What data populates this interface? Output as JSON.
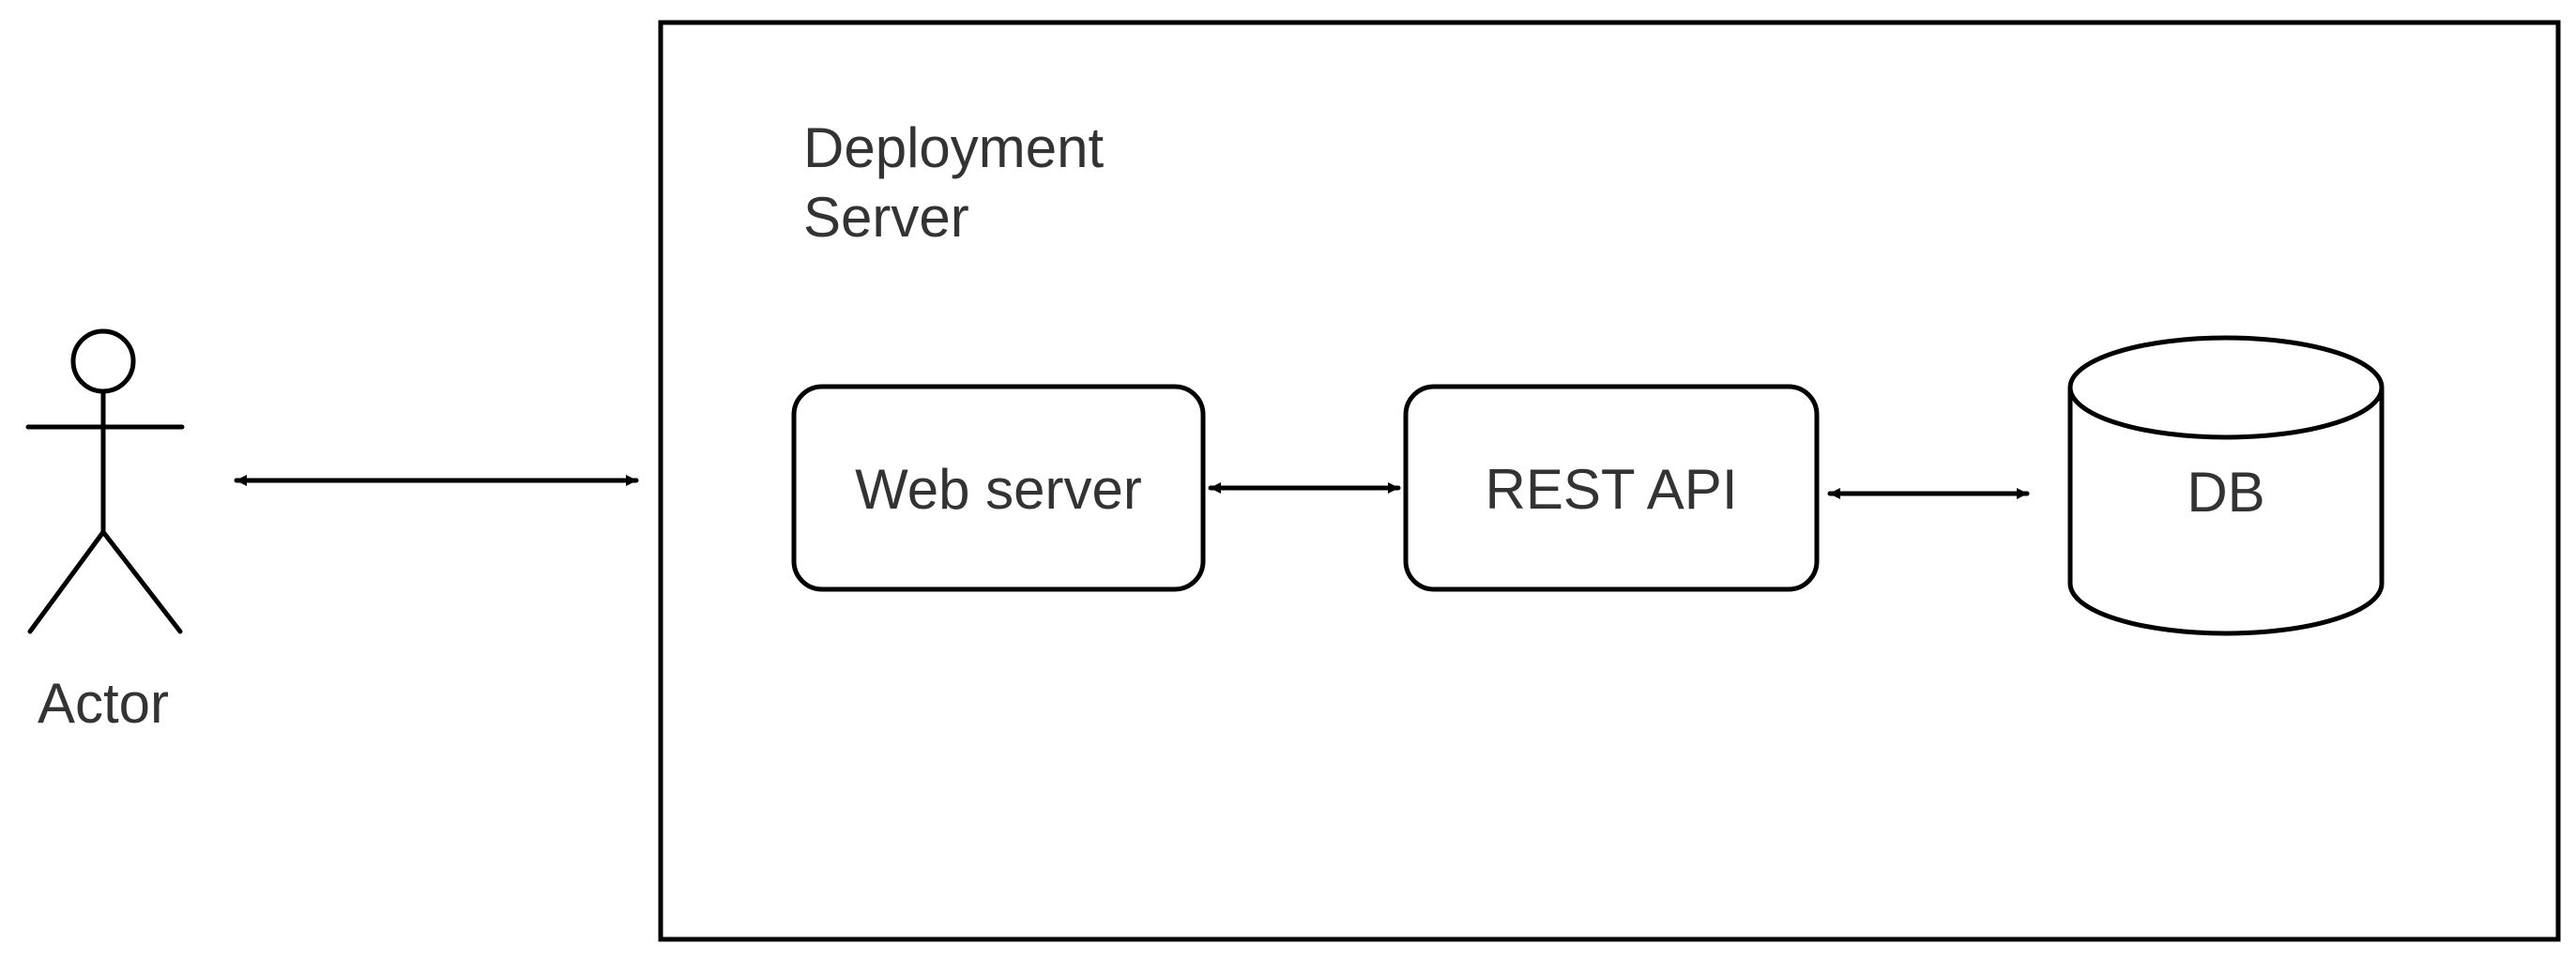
{
  "container": {
    "title_lines": [
      "Deployment",
      "Server"
    ]
  },
  "actor": {
    "label": "Actor"
  },
  "nodes": {
    "web_server": {
      "label": "Web server"
    },
    "rest_api": {
      "label": "REST API"
    },
    "db": {
      "label": "DB"
    }
  },
  "edges": [
    {
      "from": "actor",
      "to": "deployment-server",
      "direction": "bidirectional"
    },
    {
      "from": "web_server",
      "to": "rest_api",
      "direction": "bidirectional"
    },
    {
      "from": "rest_api",
      "to": "db",
      "direction": "bidirectional"
    }
  ]
}
